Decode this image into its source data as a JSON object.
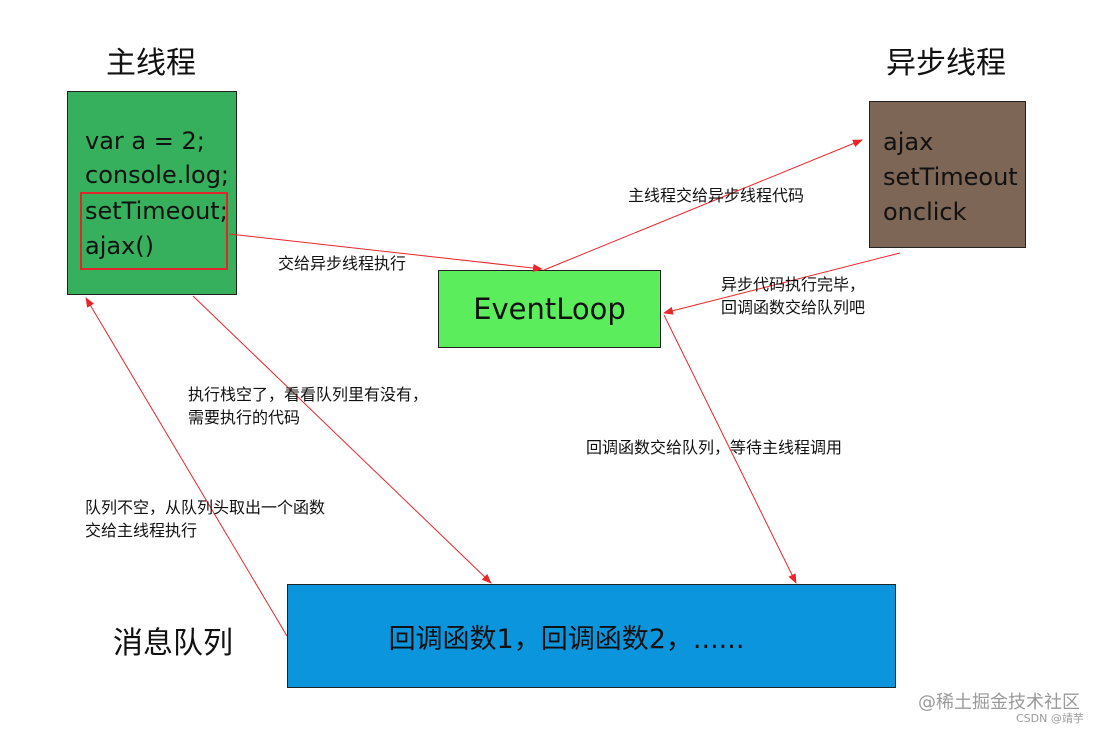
{
  "titles": {
    "main_thread": "主线程",
    "async_thread": "异步线程",
    "message_queue": "消息队列"
  },
  "main_box": {
    "lines": [
      "var a = 2;",
      "console.log;",
      "setTimeout;",
      "ajax()"
    ],
    "color": "#36b05c",
    "highlight_color": "#e0262a"
  },
  "async_box": {
    "lines": [
      "ajax",
      "setTimeout",
      "onclick"
    ],
    "color": "#7d6655"
  },
  "event_loop": {
    "label": "EventLoop",
    "color": "#5ced5c"
  },
  "queue_box": {
    "label": "回调函数1，回调函数2，......",
    "color": "#0a95dd"
  },
  "annotations": {
    "to_async": "交给异步线程执行",
    "main_gives_async": "主线程交给异步线程代码",
    "async_done": [
      "异步代码执行完毕，",
      "回调函数交给队列吧"
    ],
    "callback_to_queue": "回调函数交给队列，等待主线程调用",
    "stack_empty": [
      "执行栈空了，看看队列里有没有，",
      "需要执行的代码"
    ],
    "queue_not_empty": [
      "队列不空，从队列头取出一个函数",
      "交给主线程执行"
    ]
  },
  "arrow_color": "#e8262a",
  "watermark": {
    "brand": "@稀土掘金技术社区",
    "author": "CSDN @靖芋"
  }
}
